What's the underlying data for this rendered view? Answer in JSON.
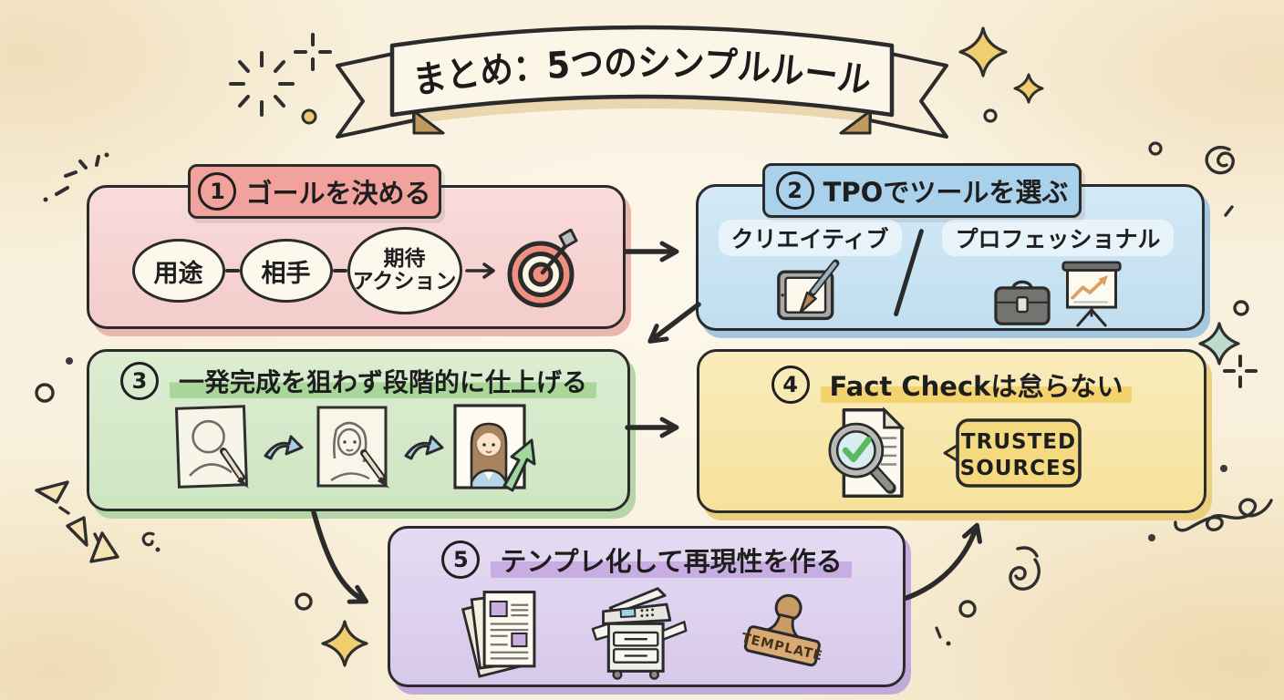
{
  "banner": {
    "title": "まとめ：5つのシンプルルール"
  },
  "rules": {
    "goal": {
      "number": "1",
      "title": "ゴールを決める",
      "oval_purpose": "用途",
      "oval_audience": "相手",
      "oval_expected_line1": "期待",
      "oval_expected_line2": "アクション",
      "icon": "target-dart-icon"
    },
    "tools": {
      "number": "2",
      "title": "TPOでツールを選ぶ",
      "creative_label": "クリエイティブ",
      "professional_label": "プロフェッショナル",
      "icons": [
        "tablet-paintbrush-icon",
        "briefcase-icon",
        "presentation-chart-icon"
      ]
    },
    "stages": {
      "number": "3",
      "title": "一発完成を狙わず段階的に仕上げる",
      "icons": [
        "rough-sketch-icon",
        "refined-sketch-icon",
        "finished-portrait-growth-icon"
      ]
    },
    "factcheck": {
      "number": "4",
      "title": "Fact Checkは怠らない",
      "badge_line1": "TRUSTED",
      "badge_line2": "SOURCES",
      "icon": "magnifier-checkmark-document-icon"
    },
    "template": {
      "number": "5",
      "title": "テンプレ化して再現性を作る",
      "stamp_text": "TEMPLATE",
      "icons": [
        "document-stack-icon",
        "copier-icon",
        "template-stamp-icon"
      ]
    }
  },
  "colors": {
    "background": "#f9f1dd",
    "outline": "#2b2b2b",
    "goal_fill": "#f6d3d2",
    "goal_header": "#f1a29c",
    "tools_fill": "#c9e3f3",
    "tools_header": "#a9d1eb",
    "stages_fill": "#d5e9ca",
    "stages_highlight": "#a9d699",
    "factcheck_fill": "#f8e7ab",
    "factcheck_highlight": "#f3d36e",
    "template_fill": "#ded2ef",
    "template_highlight": "#c7ade2",
    "gold": "#f0cd6e"
  }
}
